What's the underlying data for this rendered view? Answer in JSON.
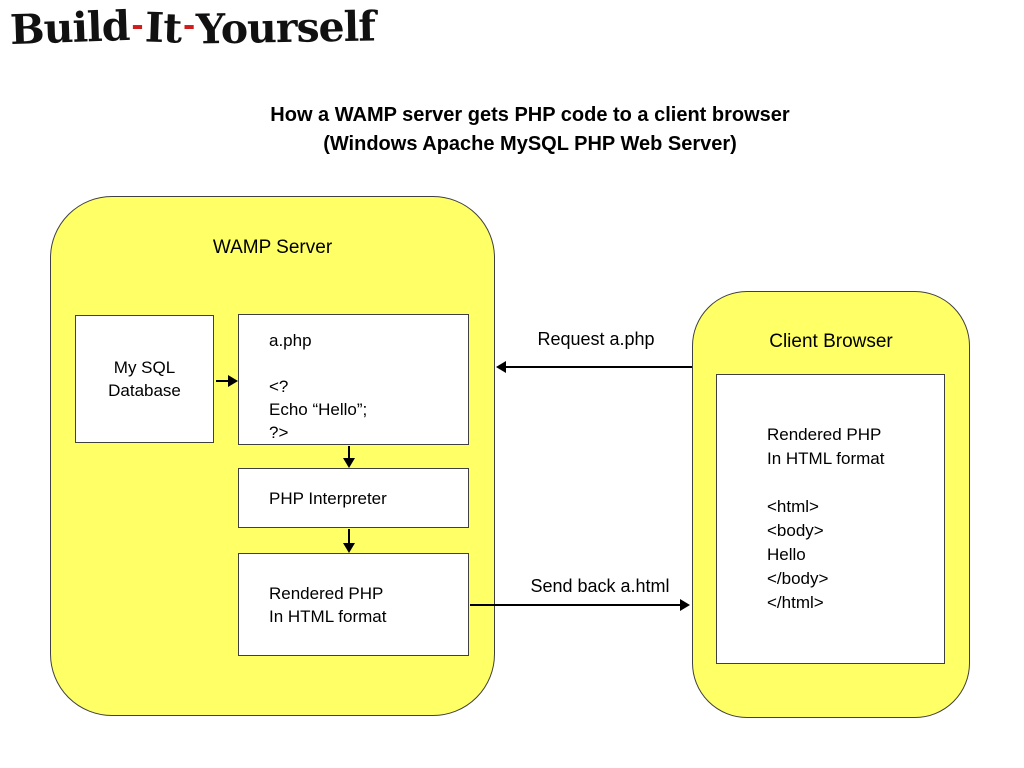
{
  "logo": {
    "part1": "Build",
    "sep1": "-",
    "part2": "It",
    "sep2": "-",
    "part3": "Yourself"
  },
  "title": {
    "line1": "How a WAMP server gets PHP code to a client browser",
    "line2": "(Windows Apache MySQL PHP Web Server)"
  },
  "colors": {
    "container_fill": "#FFFF66",
    "container_border": "#404040",
    "box_fill": "#FFFFFF",
    "arrow": "#000000",
    "logo_black": "#111111",
    "logo_red": "#CF1C1C"
  },
  "wamp": {
    "label": "WAMP Server",
    "mysql_box": {
      "lines": [
        "My SQL",
        "Database"
      ]
    },
    "aphp_box": {
      "lines": [
        "a.php",
        "",
        "<?",
        "Echo “Hello”;",
        "?>"
      ]
    },
    "interpreter_box": {
      "label": "PHP Interpreter"
    },
    "rendered_box": {
      "lines": [
        "Rendered PHP",
        "In HTML format"
      ]
    }
  },
  "client": {
    "label": "Client Browser",
    "content_lines": [
      "Rendered PHP",
      "In HTML format",
      "",
      "<html>",
      "<body>",
      "Hello",
      "</body>",
      "</html>"
    ]
  },
  "arrows": {
    "request_label": "Request a.php",
    "send_label": "Send back a.html"
  }
}
